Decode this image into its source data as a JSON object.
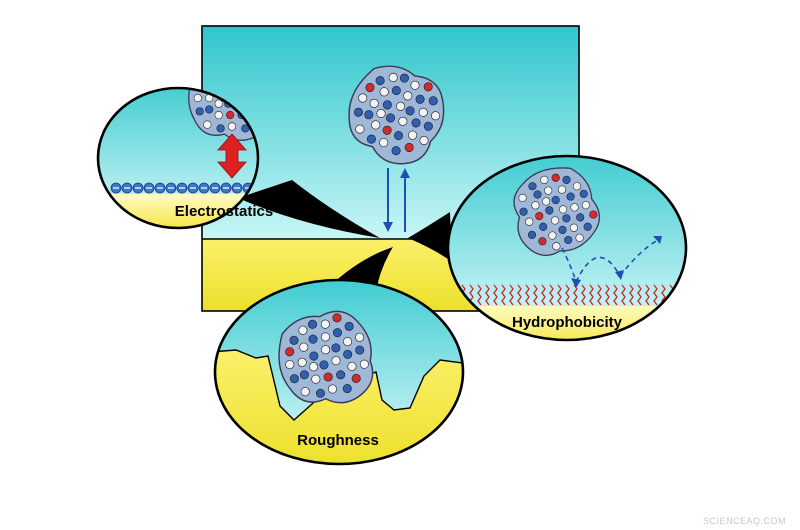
{
  "panels": {
    "electrostatics": {
      "label": "Electrostatics"
    },
    "hydrophobicity": {
      "label": "Hydrophobicity"
    },
    "roughness": {
      "label": "Roughness"
    }
  },
  "watermark": "SCIENCEAQ.COM",
  "colors": {
    "liquid": "#5ed6d6",
    "liquid_light": "#e4fcfc",
    "surface": "#fbf27a",
    "arrow_blue": "#1f4fb5",
    "arrow_red": "#e02020",
    "charge_blue": "#3a78c8",
    "chain_red": "#c62828"
  }
}
